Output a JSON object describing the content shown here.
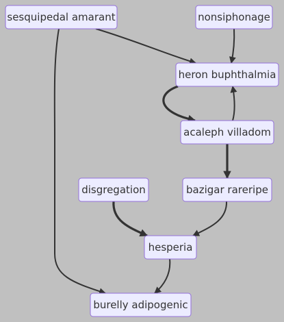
{
  "diagram": {
    "background": "#c0c0c0",
    "node_fill": "#ececff",
    "node_stroke": "#9370db",
    "edge_color": "#333333",
    "nodes": [
      {
        "id": "sesquipedal_amarant",
        "label": "sesquipedal amarant"
      },
      {
        "id": "nonsiphonage",
        "label": "nonsiphonage"
      },
      {
        "id": "heron_buphthalmia",
        "label": "heron buphthalmia"
      },
      {
        "id": "acaleph_villadom",
        "label": "acaleph villadom"
      },
      {
        "id": "disgregation",
        "label": "disgregation"
      },
      {
        "id": "bazigar_rareripe",
        "label": "bazigar rareripe"
      },
      {
        "id": "hesperia",
        "label": "hesperia"
      },
      {
        "id": "burelly_adipogenic",
        "label": "burelly adipogenic"
      }
    ],
    "edges": [
      {
        "from": "sesquipedal_amarant",
        "to": "heron_buphthalmia",
        "style": "normal"
      },
      {
        "from": "nonsiphonage",
        "to": "heron_buphthalmia",
        "style": "normal"
      },
      {
        "from": "heron_buphthalmia",
        "to": "acaleph_villadom",
        "style": "thick"
      },
      {
        "from": "acaleph_villadom",
        "to": "heron_buphthalmia",
        "style": "normal"
      },
      {
        "from": "acaleph_villadom",
        "to": "bazigar_rareripe",
        "style": "thick"
      },
      {
        "from": "disgregation",
        "to": "hesperia",
        "style": "thick"
      },
      {
        "from": "bazigar_rareripe",
        "to": "hesperia",
        "style": "normal"
      },
      {
        "from": "sesquipedal_amarant",
        "to": "burelly_adipogenic",
        "style": "normal"
      },
      {
        "from": "hesperia",
        "to": "burelly_adipogenic",
        "style": "normal"
      }
    ]
  }
}
